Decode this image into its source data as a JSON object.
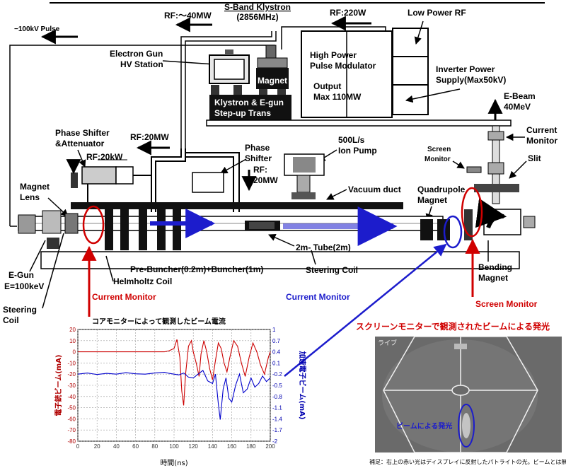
{
  "labels": {
    "klystron": "S-Band Klystron",
    "klystron_freq": "(2856MHz)",
    "rf40": "RF:～40MW",
    "rf220": "RF:220W",
    "low_power_rf": "Low Power RF",
    "pulse": "−100kV Pulse",
    "gun_hv_1": "Electron Gun",
    "gun_hv_2": "HV Station",
    "magnet": "Magnet",
    "hppm_1": "High Power",
    "hppm_2": "Pulse Modulator",
    "output_1": "Output",
    "output_2": "Max 110MW",
    "inverter_1": "Inverter Power",
    "inverter_2": "Supply(Max50kV)",
    "kly_trans_1": "Klystron & E-gun",
    "kly_trans_2": "Step-up Trans",
    "ebeam_1": "E-Beam",
    "ebeam_2": "40MeV",
    "current_monitor_r1": "Current",
    "current_monitor_r2": "Monitor",
    "phase_att_1": "Phase Shifter",
    "phase_att_2": "&Attenuator",
    "rf20mw": "RF:20MW",
    "rf20kw": "RF:20kW",
    "pump_1": "500L/s",
    "pump_2": "Ion Pump",
    "screen_mon_1": "Screen",
    "screen_mon_2": "Monitor",
    "slit": "Slit",
    "phase_shifter_1": "Phase",
    "phase_shifter_2": "Shifter",
    "rf_20mw_b1": "RF:",
    "rf_20mw_b2": "20MW",
    "magnet_lens_1": "Magnet",
    "magnet_lens_2": "Lens",
    "vacuum_duct": "Vacuum duct",
    "quad_1": "Quadrupole",
    "quad_2": "Magnet",
    "tube": "2m- Tube(2m)",
    "prebuncher": "Pre-Buncher(0.2m)+Buncher(1m)",
    "steering_coil": "Steering Coil",
    "bending_1": "Bending",
    "bending_2": "Magnet",
    "helmholtz": "Helmholtz Coil",
    "egun_1": "E-Gun",
    "egun_2": "E=100keV",
    "steer_1": "Steering",
    "steer_2": "Coil",
    "cm_red": "Current Monitor",
    "cm_blue": "Current Monitor",
    "screen_monitor_red": "Screen Monitor",
    "screen_caption": "スクリーンモニターで観測されたビームによる発光",
    "screen_tag": "ライブ",
    "beam_glow": "ビームによる発光",
    "footnote": "補足：右上の赤い光はディスプレイに反射したパトライトの光。ビームとは無関係"
  },
  "chart_data": {
    "type": "line",
    "title": "コアモニターによって観測したビーム電流",
    "xlabel": "時間(ns)",
    "ylabel_left": "電子銃ビーム(mA)",
    "ylabel_right": "加速電子ビーム(mA)",
    "xlim": [
      0,
      200
    ],
    "ylim_left": [
      -80,
      20
    ],
    "ylim_right": [
      -2,
      1
    ],
    "x_ticks": [
      0,
      20,
      40,
      60,
      80,
      100,
      120,
      140,
      160,
      180,
      200
    ],
    "y_ticks_left": [
      20,
      10,
      0,
      -10,
      -20,
      -30,
      -40,
      -50,
      -60,
      -70,
      -80
    ],
    "y_ticks_right": [
      "1",
      "0.7",
      "0.4",
      "0.1",
      "-0.2",
      "-0.5",
      "-0.8",
      "-1.1",
      "-1.4",
      "-1.7",
      "-2"
    ],
    "grid": true,
    "series": [
      {
        "axis": "left",
        "color": "#cc0000",
        "x": [
          0,
          10,
          20,
          30,
          40,
          50,
          60,
          70,
          80,
          90,
          95,
          100,
          103,
          106,
          108,
          110,
          112,
          115,
          118,
          120,
          123,
          126,
          128,
          131,
          134,
          137,
          140,
          143,
          146,
          149,
          152,
          155,
          158,
          162,
          166,
          170,
          174,
          178,
          182,
          186,
          190,
          194,
          198,
          200
        ],
        "y": [
          0,
          0,
          0,
          0,
          0,
          0,
          0,
          0,
          0,
          0,
          1,
          3,
          11,
          -5,
          -35,
          -48,
          -20,
          5,
          10,
          0,
          -10,
          -22,
          -2,
          10,
          0,
          -15,
          -25,
          -8,
          8,
          3,
          -10,
          -18,
          -5,
          10,
          5,
          -10,
          -22,
          -5,
          8,
          0,
          -12,
          -20,
          -5,
          0
        ]
      },
      {
        "axis": "right",
        "color": "#0000cc",
        "x": [
          0,
          10,
          20,
          30,
          40,
          50,
          60,
          70,
          80,
          90,
          95,
          100,
          105,
          110,
          115,
          120,
          125,
          130,
          135,
          140,
          143,
          146,
          148,
          151,
          154,
          157,
          160,
          164,
          168,
          172,
          176,
          180,
          184,
          188,
          192,
          196,
          200
        ],
        "y": [
          -0.2,
          -0.17,
          -0.21,
          -0.18,
          -0.2,
          -0.16,
          -0.19,
          -0.2,
          -0.17,
          -0.15,
          -0.18,
          -0.2,
          -0.22,
          -0.17,
          -0.28,
          -0.3,
          -0.2,
          -0.1,
          -0.38,
          -0.45,
          -0.2,
          -1.0,
          -1.42,
          -0.6,
          -0.3,
          -0.85,
          -0.95,
          -0.5,
          -0.2,
          -0.7,
          -0.6,
          -0.3,
          -0.55,
          -0.45,
          -0.25,
          -0.4,
          -0.3
        ]
      }
    ]
  }
}
